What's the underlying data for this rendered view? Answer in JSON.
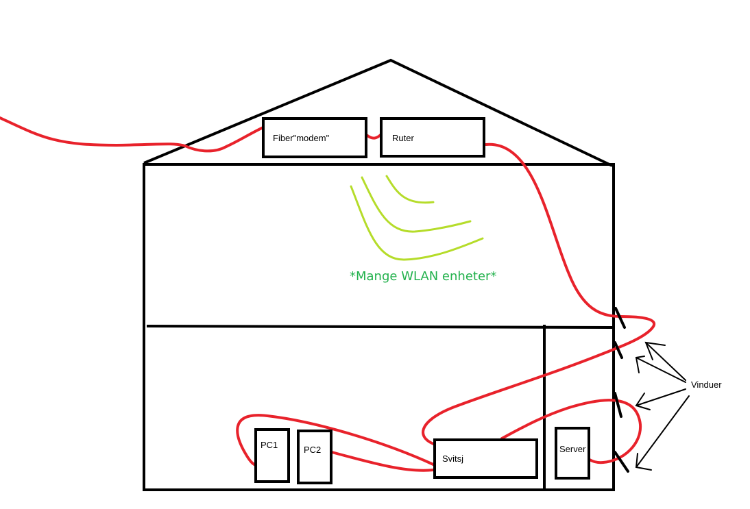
{
  "labels": {
    "fiber_modem": "Fiber\"modem\"",
    "ruter": "Ruter",
    "wlan": "*Mange WLAN enheter*",
    "windows": "Vinduer",
    "pc1": "PC1",
    "pc2": "PC2",
    "svitsj": "Svitsj",
    "server": "Server"
  },
  "colors": {
    "cable": "#e8222b",
    "wlan_waves": "#b5dc2a",
    "wlan_text": "#22b14c",
    "walls": "#000000"
  }
}
